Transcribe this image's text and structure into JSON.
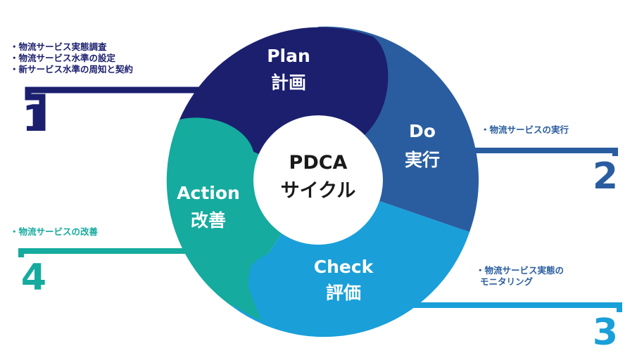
{
  "center": {
    "line1": "PDCA",
    "line2": "サイクル"
  },
  "colors": {
    "plan": "#1b1f6e",
    "do": "#2a5da0",
    "check": "#1a9fd9",
    "action": "#15ab9e"
  },
  "phases": {
    "plan": {
      "en": "Plan",
      "jp": "計画",
      "number": "1",
      "notes": [
        "・物流サービス実態調査",
        "・物流サービス水準の設定",
        "・新サービス水準の周知と契約"
      ]
    },
    "do": {
      "en": "Do",
      "jp": "実行",
      "number": "2",
      "notes": [
        "・物流サービスの実行"
      ]
    },
    "check": {
      "en": "Check",
      "jp": "評価",
      "number": "3",
      "notes": [
        "・物流サービス実態の",
        "モニタリング"
      ]
    },
    "action": {
      "en": "Action",
      "jp": "改善",
      "number": "4",
      "notes": [
        "・物流サービスの改善"
      ]
    }
  }
}
